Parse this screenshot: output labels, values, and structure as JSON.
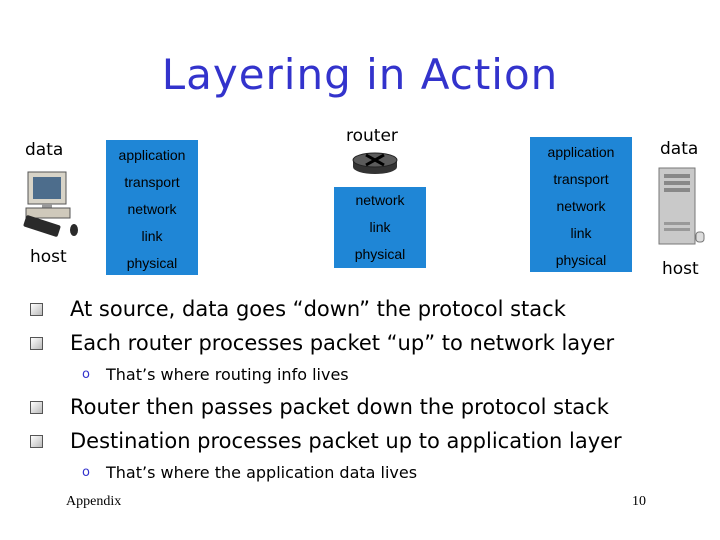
{
  "slide": {
    "title": "Layering in Action",
    "footer_left": "Appendix",
    "footer_right": "10"
  },
  "diagram": {
    "left": {
      "data_label": "data",
      "host_label": "host",
      "layers": [
        "application",
        "transport",
        "network",
        "link",
        "physical"
      ]
    },
    "router": {
      "label": "router",
      "layers": [
        "network",
        "link",
        "physical"
      ]
    },
    "right": {
      "data_label": "data",
      "host_label": "host",
      "layers": [
        "application",
        "transport",
        "network",
        "link",
        "physical"
      ]
    }
  },
  "bullets": [
    {
      "text": "At source, data goes “down” the protocol stack",
      "sub": []
    },
    {
      "text": "Each router processes packet “up” to network layer",
      "sub": [
        "That’s where routing info lives"
      ]
    },
    {
      "text": "Router then passes packet down the protocol stack",
      "sub": []
    },
    {
      "text": "Destination processes packet up to application layer",
      "sub": [
        "That’s where the application data lives"
      ]
    }
  ],
  "colors": {
    "title": "#3333cc",
    "stack": "#1f86d6",
    "sub_bullet": "#3333cc"
  },
  "icons": {
    "left_host": "desktop-computer-icon",
    "router": "router-icon",
    "right_host": "server-tower-icon",
    "bullet": "checkbox-bullet-icon"
  }
}
